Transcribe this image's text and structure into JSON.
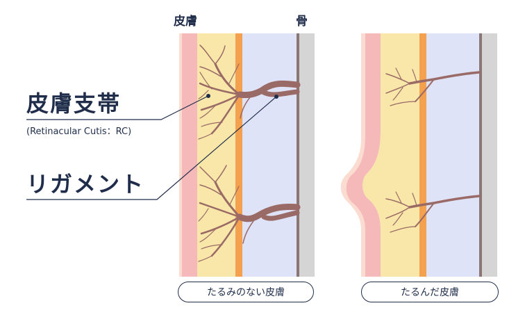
{
  "header": {
    "skin_label": "皮膚",
    "bone_label": "骨"
  },
  "annotations": {
    "rc_term": "皮膚支帯",
    "rc_note": "(Retinacular Cutis：RC)",
    "ligament_term": "リガメント"
  },
  "captions": {
    "normal_skin": "たるみのない皮膚",
    "sagging_skin": "たるんだ皮膚"
  },
  "colors": {
    "epidermis": "#f6b9b9",
    "dermis_edge": "#fbdcd0",
    "fat": "#f8e7a8",
    "fascia": "#f3a04f",
    "muscle": "#dfe3f7",
    "bone_line": "#8c7674",
    "bone": "#d5d5d5",
    "ligament": "#9a6a66",
    "text": "#1f2d4a"
  }
}
